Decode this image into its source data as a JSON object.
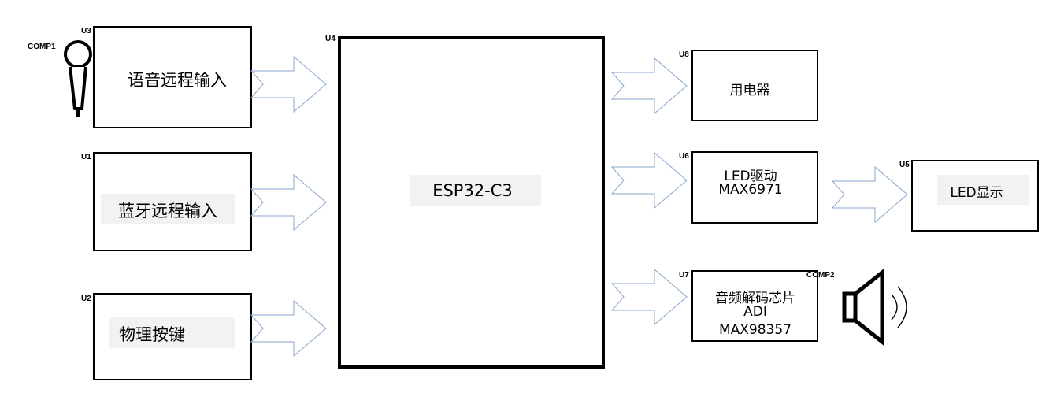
{
  "blocks": {
    "u3": {
      "ref": "U3",
      "label": "语音远程输入"
    },
    "u1": {
      "ref": "U1",
      "label": "蓝牙远程输入"
    },
    "u2": {
      "ref": "U2",
      "label": "物理按键"
    },
    "u4": {
      "ref": "U4",
      "label": "ESP32-C3"
    },
    "u8": {
      "ref": "U8",
      "label": "用电器"
    },
    "u6": {
      "ref": "U6",
      "line1": "LED驱动",
      "line2": "MAX6971"
    },
    "u5": {
      "ref": "U5",
      "label": "LED显示"
    },
    "u7": {
      "ref": "U7",
      "line1": "音频解码芯片",
      "line2": "ADI",
      "line3": "MAX98357"
    }
  },
  "components": {
    "comp1": {
      "ref": "COMP1",
      "icon": "microphone-icon"
    },
    "comp2": {
      "ref": "COMP2",
      "icon": "speaker-icon"
    }
  },
  "colors": {
    "block_border": "#000000",
    "arrow_stroke": "#8aa6cc",
    "label_highlight": "#f2f2f2"
  }
}
